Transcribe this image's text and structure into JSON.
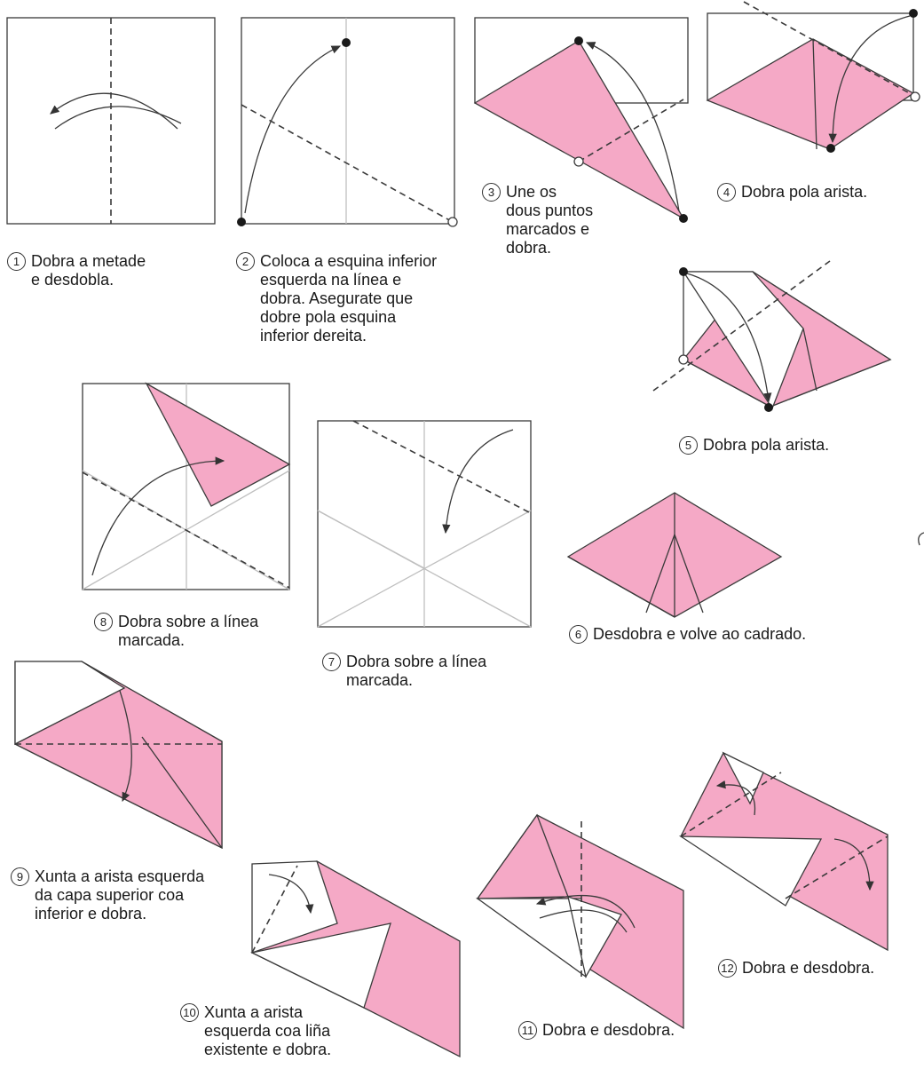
{
  "colors": {
    "paper": "#f5a9c6",
    "edge": "#3a3a3a",
    "crease": "#bfbfbf"
  },
  "steps": [
    {
      "number": "1",
      "caption": "Dobra a metade\ne desdobla."
    },
    {
      "number": "2",
      "caption": "Coloca a esquina inferior\nesquerda na línea e\ndobra. Asegurate que\ndobre pola esquina\ninferior dereita."
    },
    {
      "number": "3",
      "caption": "Une os\ndous puntos\nmarcados e\ndobra."
    },
    {
      "number": "4",
      "caption": "Dobra pola arista."
    },
    {
      "number": "5",
      "caption": "Dobra pola arista."
    },
    {
      "number": "6",
      "caption": "Desdobra e volve ao cadrado."
    },
    {
      "number": "7",
      "caption": "Dobra sobre a línea\nmarcada."
    },
    {
      "number": "8",
      "caption": "Dobra sobre a línea\nmarcada."
    },
    {
      "number": "9",
      "caption": "Xunta a arista esquerda\nda capa superior coa\ninferior  e dobra."
    },
    {
      "number": "10",
      "caption": "Xunta a arista\nesquerda coa liña\nexistente e dobra."
    },
    {
      "number": "11",
      "caption": "Dobra e desdobra."
    },
    {
      "number": "12",
      "caption": "Dobra e desdobra."
    }
  ]
}
